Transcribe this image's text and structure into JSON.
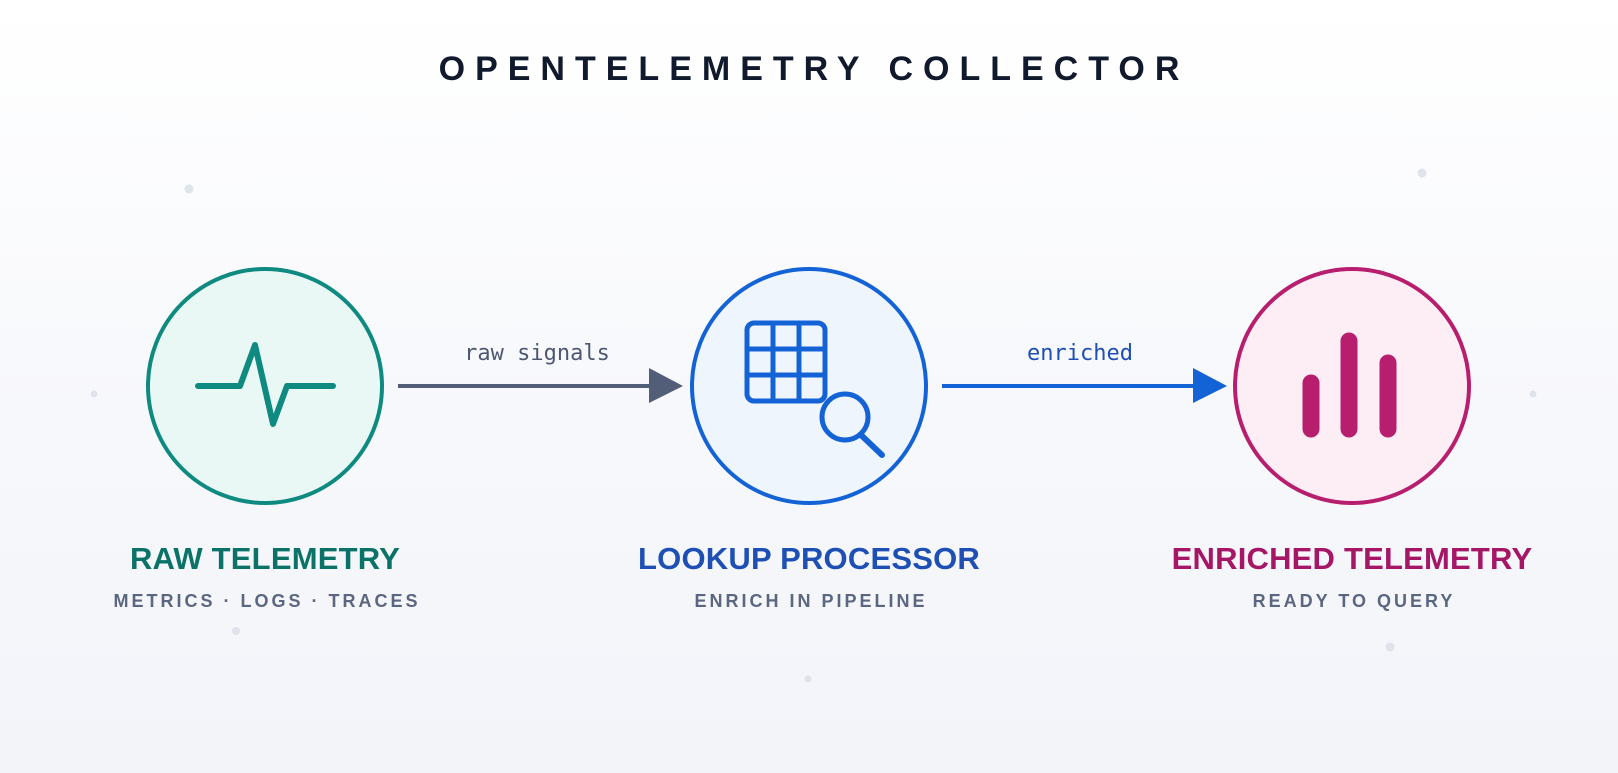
{
  "title": "OPENTELEMETRY COLLECTOR",
  "colors": {
    "raw": "#0e8a80",
    "raw_fill": "#eaf8f5",
    "raw_text": "#0b7267",
    "lookup": "#1463d6",
    "lookup_fill": "#eff5fd",
    "lookup_text": "#1d4fb4",
    "enriched": "#b71f6e",
    "enriched_fill": "#fdeef5",
    "enriched_text": "#a51766",
    "edge_raw": "#525e78",
    "edge_enriched": "#1463d6",
    "subtext": "#5b6680",
    "dots": "#dfe3ec"
  },
  "nodes": [
    {
      "id": "raw",
      "label": "RAW TELEMETRY",
      "sublabel": "METRICS · LOGS · TRACES",
      "icon": "pulse-icon"
    },
    {
      "id": "lookup",
      "label": "LOOKUP PROCESSOR",
      "sublabel": "ENRICH IN PIPELINE",
      "icon": "table-search-icon"
    },
    {
      "id": "enriched",
      "label": "ENRICHED TELEMETRY",
      "sublabel": "READY TO QUERY",
      "icon": "bar-chart-icon"
    }
  ],
  "edges": [
    {
      "from": "raw",
      "to": "lookup",
      "label": "raw signals"
    },
    {
      "from": "lookup",
      "to": "enriched",
      "label": "enriched"
    }
  ]
}
